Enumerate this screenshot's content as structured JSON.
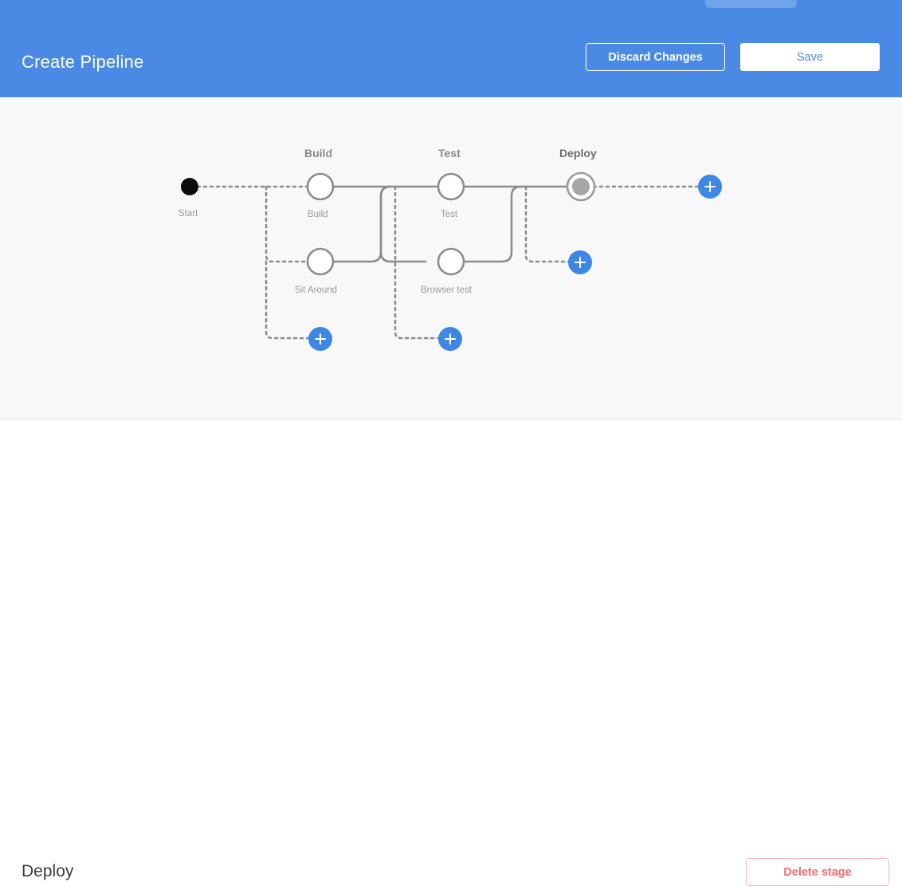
{
  "header": {
    "title": "Create Pipeline",
    "discard_label": "Discard Changes",
    "save_label": "Save",
    "bg_color": "#4a8ae4"
  },
  "pipeline": {
    "start_label": "Start",
    "accent_color": "#3f87e5",
    "line_color": "#8c8c8c",
    "stages": [
      {
        "name": "Build",
        "selected": false,
        "jobs": [
          {
            "name": "Build"
          },
          {
            "name": "Sit Around"
          }
        ]
      },
      {
        "name": "Test",
        "selected": false,
        "jobs": [
          {
            "name": "Test"
          },
          {
            "name": "Browser test"
          }
        ]
      },
      {
        "name": "Deploy",
        "selected": true,
        "jobs": []
      }
    ],
    "add_buttons": [
      {
        "name": "add-stage-after-deploy",
        "icon": "plus-icon"
      },
      {
        "name": "add-job-deploy",
        "icon": "plus-icon"
      },
      {
        "name": "add-job-build",
        "icon": "plus-icon"
      },
      {
        "name": "add-job-test",
        "icon": "plus-icon"
      }
    ]
  },
  "detail": {
    "title": "Deploy",
    "delete_label": "Delete stage",
    "delete_color": "#e9706f"
  }
}
